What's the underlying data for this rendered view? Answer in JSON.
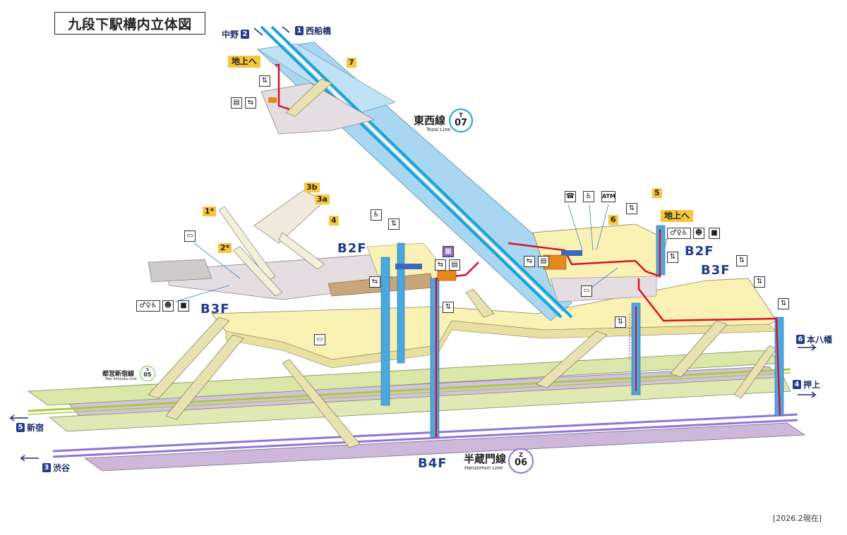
{
  "title": "九段下駅構内立体図",
  "date": "[2026.2現在]",
  "floors": {
    "b2f_left": "B2F",
    "b2f_right": "B2F",
    "b3f_left": "B3F",
    "b3f_right": "B3F",
    "b4f": "B4F"
  },
  "lines": {
    "tozai": {
      "name": "東西線",
      "sub": "Tozai Line",
      "letter": "T",
      "num": "07",
      "color": "#1aa3d9"
    },
    "hanzomon": {
      "name": "半蔵門線",
      "sub": "Hanzomon Line",
      "letter": "Z",
      "num": "06",
      "color": "#8f76d6"
    },
    "shinjuku": {
      "name": "都営新宿線",
      "sub": "Toei Shinjuku Line",
      "letter": "S",
      "num": "05",
      "color": "#6cbb3c"
    }
  },
  "directions": {
    "nakano": {
      "label": "中野",
      "num": "2"
    },
    "nishifunabashi": {
      "label": "西船橋",
      "num": "1"
    },
    "motoyawata": {
      "label": "本八幡",
      "num": "6"
    },
    "oshiage": {
      "label": "押上",
      "num": "4"
    },
    "shinjuku": {
      "label": "新宿",
      "num": "5"
    },
    "shibuya": {
      "label": "渋谷",
      "num": "3"
    }
  },
  "exits": {
    "e7": "7",
    "e3b": "3b",
    "e3a": "3a",
    "e4": "4",
    "e1": "1*",
    "e2": "2*",
    "e5": "5",
    "e6": "6"
  },
  "to_ground": {
    "left": "地上へ",
    "right": "地上へ"
  },
  "facility_icons": {
    "elevator": "elevator-icon",
    "ticket_machine": "ticket-machine-icon",
    "gate": "ticket-gate-icon",
    "toilet": "toilet-icon",
    "wheelchair": "wheelchair-icon",
    "phone": "phone-icon",
    "atm": "ATM",
    "station_office": "station-office-icon",
    "baby": "baby-room-icon",
    "coin_locker": "coin-locker-icon"
  },
  "colors": {
    "tozai_platform": "#a9d6f0",
    "concourse_yellow": "#faf1b4",
    "concourse_gray": "#e4dde1",
    "shinjuku_platform": "#dbe7a8",
    "hanzomon_platform": "#cdb8dc",
    "route_red": "#d8102a",
    "elevator_blue": "#4aa8e0",
    "stair": "#e7e2b0"
  }
}
